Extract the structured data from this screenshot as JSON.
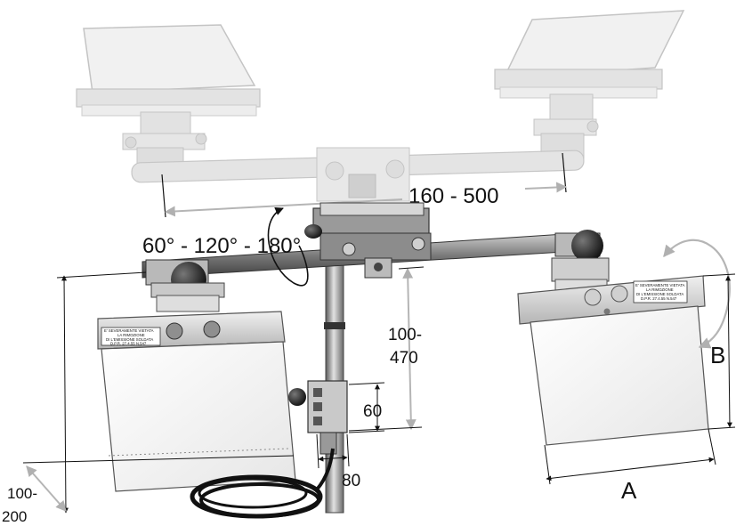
{
  "dimensions": {
    "span": "160 - 500",
    "rotation": "60° - 120° - 180°",
    "height_upper": "100-",
    "height_lower": "470",
    "clamp_height": "60",
    "clamp_width": "80",
    "arm_upper": "100-",
    "arm_lower": "200",
    "width_a": "A",
    "height_b": "B"
  },
  "shield_label": {
    "line1": "E' SEVERAMENTE VIETATA",
    "line2": "LA RIMOZIONE",
    "line3": "DI L'EMISSIONE SOLDATA",
    "line4": "D.P.R. 27.4.55 N.547"
  },
  "colors": {
    "ghost": "#d8d8d8",
    "ghost_stroke": "#bcbcbc",
    "metal_dark": "#444444",
    "metal_mid": "#8a8a8a",
    "metal_light": "#cfcfcf",
    "lens": "#f3f3f3",
    "dim_line": "#111111",
    "arrow_gray": "#b5b5b5"
  }
}
